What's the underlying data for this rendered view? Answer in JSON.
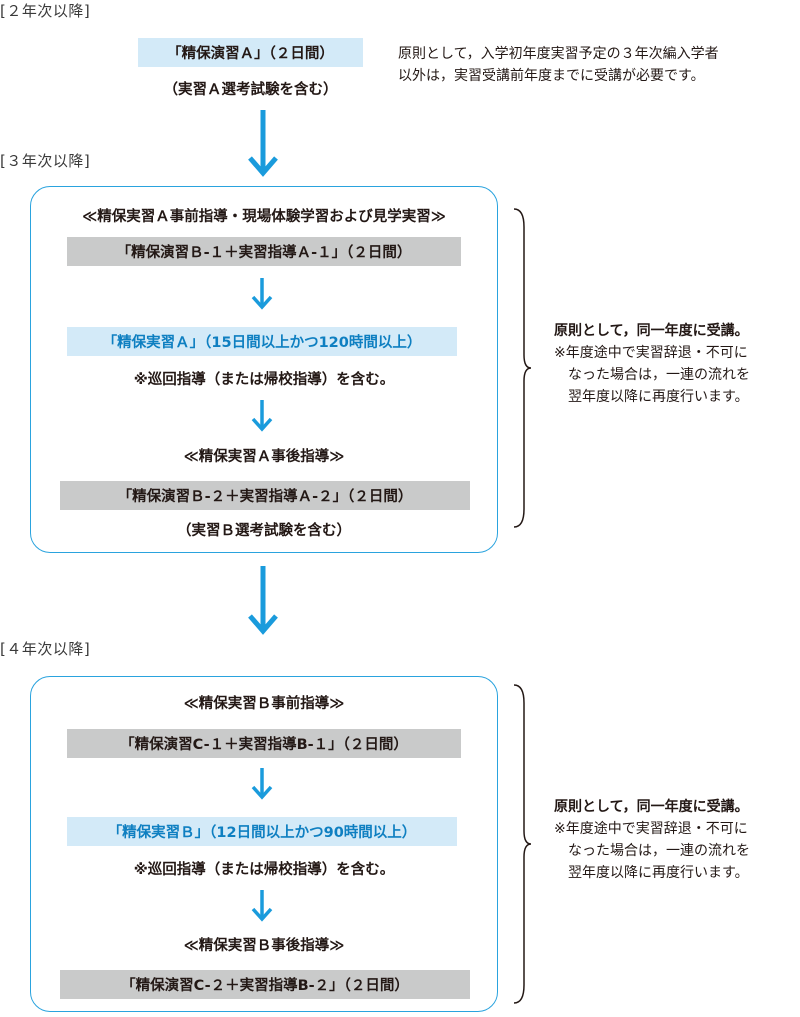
{
  "year2": {
    "label": "[２年次以降]",
    "seminar_a": "「精保演習Ａ」（２日間）",
    "seminar_a_note": "（実習Ａ選考試験を含む）",
    "side_note": [
      "原則として，入学初年度実習予定の３年次編入学者",
      "以外は，実習受講前年度までに受講が必要です。"
    ]
  },
  "year3": {
    "label": "[３年次以降]",
    "pre_guidance": "≪精保実習Ａ事前指導・現場体験学習および見学実習≫",
    "seminar_b1": "「精保演習Ｂ-１＋実習指導Ａ-１」（２日間）",
    "practicum_a": "「精保実習Ａ」（15日間以上かつ120時間以上）",
    "visit_note": "※巡回指導（または帰校指導）を含む。",
    "post_guidance": "≪精保実習Ａ事後指導≫",
    "seminar_b2": "「精保演習Ｂ-２＋実習指導Ａ-２」（２日間）",
    "seminar_b2_note": "（実習Ｂ選考試験を含む）",
    "side_bold": "原則として，同一年度に受講。",
    "side_lines": [
      "※年度途中で実習辞退・不可に",
      "なった場合は，一連の流れを",
      "翌年度以降に再度行います。"
    ]
  },
  "year4": {
    "label": "[４年次以降]",
    "pre_guidance": "≪精保実習Ｂ事前指導≫",
    "seminar_c1": "「精保演習C-１＋実習指導B-１」（２日間）",
    "practicum_b": "「精保実習Ｂ」（12日間以上かつ90時間以上）",
    "visit_note": "※巡回指導（または帰校指導）を含む。",
    "post_guidance": "≪精保実習Ｂ事後指導≫",
    "seminar_c2": "「精保演習C-２＋実習指導B-２」（２日間）",
    "side_bold": "原則として，同一年度に受講。",
    "side_lines": [
      "※年度途中で実習辞退・不可に",
      "なった場合は，一連の流れを",
      "翌年度以降に再度行います。"
    ]
  },
  "colors": {
    "arrow": "#1a9bdc",
    "panel_border": "#2aa3de",
    "blue_box": "#d3eaf8",
    "gray_box": "#c9caca",
    "cyan_text": "#0e7fc1"
  },
  "icons": {
    "flow_arrow": "arrow-down-icon",
    "brace": "right-brace-icon"
  }
}
